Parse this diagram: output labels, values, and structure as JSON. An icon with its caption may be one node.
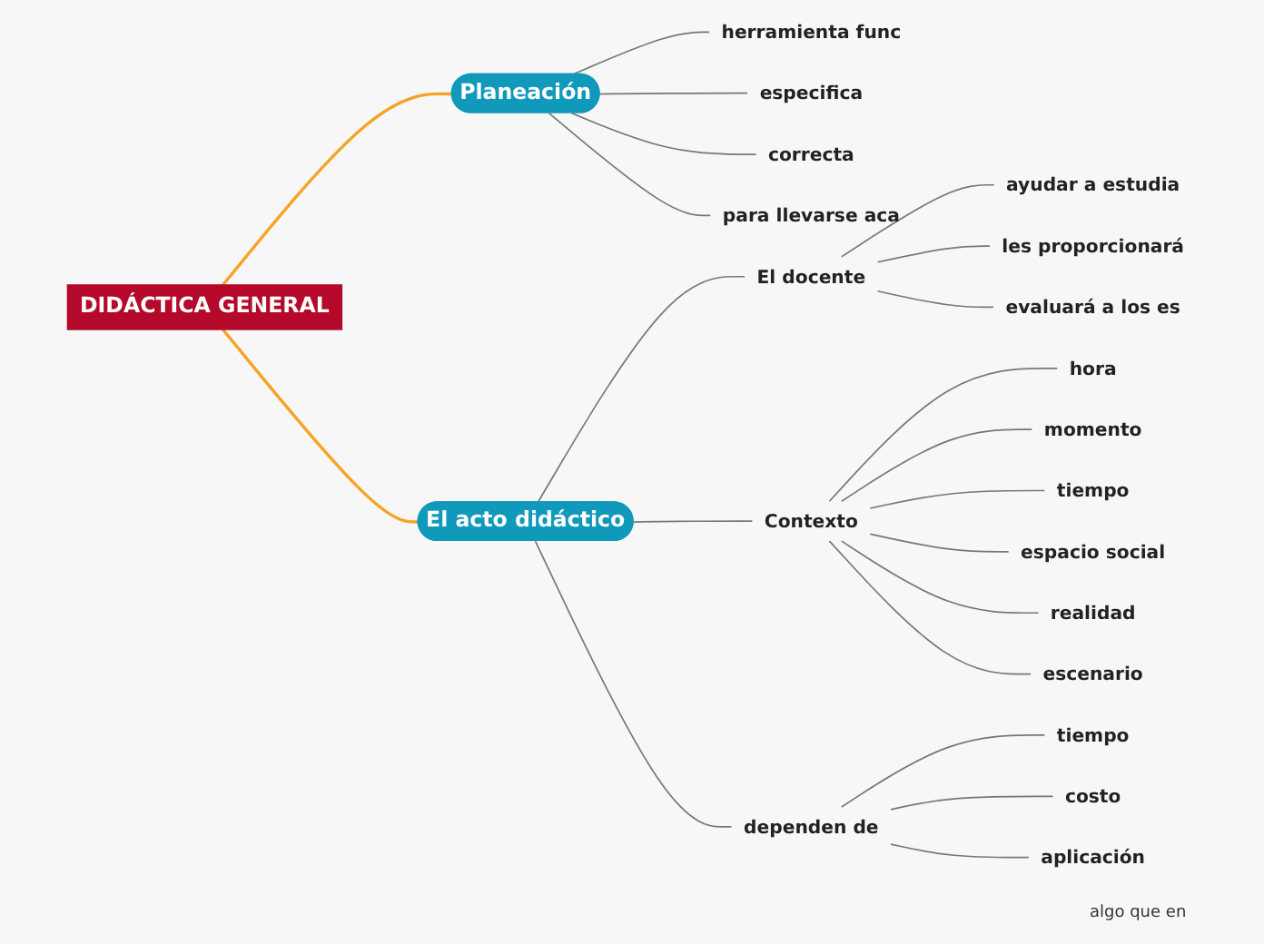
{
  "diagram": {
    "nodes": [
      {
        "text": [
          "DIDÁCTICA GENERAL"
        ]
      },
      {
        "text": [
          "Planeación"
        ]
      },
      {
        "text": [
          "herramienta func"
        ]
      },
      {
        "text": [
          "especifica"
        ]
      },
      {
        "text": [
          "correcta"
        ]
      },
      {
        "text": [
          "para llevarse aca"
        ]
      },
      {
        "text": [
          "El acto didáctico"
        ]
      },
      {
        "text": [
          "El docente"
        ]
      },
      {
        "text": [
          "ayudar a estudia"
        ]
      },
      {
        "text": [
          "les proporcionará"
        ]
      },
      {
        "text": [
          "evaluará a los es"
        ]
      },
      {
        "text": [
          "Contexto"
        ]
      },
      {
        "text": [
          "hora"
        ]
      },
      {
        "text": [
          "momento"
        ]
      },
      {
        "text": [
          "tiempo"
        ]
      },
      {
        "text": [
          "espacio social"
        ]
      },
      {
        "text": [
          "realidad"
        ]
      },
      {
        "text": [
          "escenario"
        ]
      },
      {
        "text": [
          "dependen de"
        ]
      },
      {
        "text": [
          "tiempo"
        ]
      },
      {
        "text": [
          "costo"
        ]
      },
      {
        "text": [
          "aplicación"
        ]
      }
    ],
    "edges": [
      {
        "from": 0,
        "to": 1,
        "arrow": "none",
        "color": "#f7a326"
      },
      {
        "from": 1,
        "to": 2,
        "arrow": "none"
      },
      {
        "from": 1,
        "to": 3,
        "arrow": "none"
      },
      {
        "from": 1,
        "to": 4,
        "arrow": "none"
      },
      {
        "from": 1,
        "to": 5,
        "arrow": "none"
      },
      {
        "from": 0,
        "to": 6,
        "arrow": "none",
        "color": "#f7a326"
      },
      {
        "from": 6,
        "to": 7,
        "arrow": "none"
      },
      {
        "from": 7,
        "to": 8,
        "arrow": "none"
      },
      {
        "from": 7,
        "to": 9,
        "arrow": "none"
      },
      {
        "from": 7,
        "to": 10,
        "arrow": "none"
      },
      {
        "from": 6,
        "to": 11,
        "arrow": "none"
      },
      {
        "from": 11,
        "to": 12,
        "arrow": "none"
      },
      {
        "from": 11,
        "to": 13,
        "arrow": "none"
      },
      {
        "from": 11,
        "to": 14,
        "arrow": "none"
      },
      {
        "from": 11,
        "to": 15,
        "arrow": "none"
      },
      {
        "from": 11,
        "to": 16,
        "arrow": "none"
      },
      {
        "from": 11,
        "to": 17,
        "arrow": "none"
      },
      {
        "from": 6,
        "to": 18,
        "arrow": "none"
      },
      {
        "from": 18,
        "to": 19,
        "arrow": "none"
      },
      {
        "from": 18,
        "to": 20,
        "arrow": "none"
      },
      {
        "from": 18,
        "to": 21,
        "arrow": "none"
      }
    ],
    "labels": [
      "algo que en"
    ]
  }
}
